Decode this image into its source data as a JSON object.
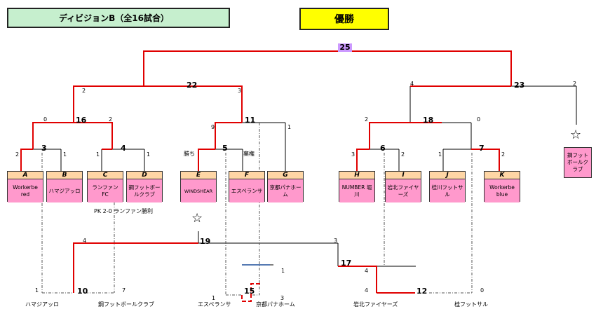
{
  "header": {
    "division_title": "ディビジョンB（全16試合）",
    "champion_label": "優勝"
  },
  "final": {
    "match": "25"
  },
  "upper_matches": [
    {
      "id": "m22",
      "label": "22"
    },
    {
      "id": "m23",
      "label": "23"
    },
    {
      "id": "m16",
      "label": "16"
    },
    {
      "id": "m11",
      "label": "11"
    },
    {
      "id": "m18",
      "label": "18"
    },
    {
      "id": "m3",
      "label": "3"
    },
    {
      "id": "m4",
      "label": "4"
    },
    {
      "id": "m5",
      "label": "5"
    },
    {
      "id": "m6",
      "label": "6"
    },
    {
      "id": "m7",
      "label": "7"
    }
  ],
  "lower_matches": [
    {
      "id": "m19",
      "label": "19"
    },
    {
      "id": "m17",
      "label": "17"
    },
    {
      "id": "m10",
      "label": "10"
    },
    {
      "id": "m15",
      "label": "15"
    },
    {
      "id": "m12",
      "label": "12"
    }
  ],
  "teams": [
    {
      "letter": "A",
      "name": "Workerbe red",
      "winner": true
    },
    {
      "letter": "B",
      "name": "ハマジアッロ",
      "winner": false
    },
    {
      "letter": "C",
      "name": "ランファンFC",
      "winner": true
    },
    {
      "letter": "D",
      "name": "鋼フットボールクラブ",
      "winner": false
    },
    {
      "letter": "E",
      "name": "WINDSHEAR",
      "winner": true
    },
    {
      "letter": "F",
      "name": "エスペランサ",
      "winner": false
    },
    {
      "letter": "G",
      "name": "京都パナホーム",
      "winner": false
    },
    {
      "letter": "H",
      "name": "NUMBER 堀川",
      "winner": true
    },
    {
      "letter": "I",
      "name": "岩北ファイヤーズ",
      "winner": false
    },
    {
      "letter": "J",
      "name": "桂川フットサル",
      "winner": false
    },
    {
      "letter": "K",
      "name": "Workerbe blue",
      "winner": true
    }
  ],
  "seed_team": {
    "name": "鋼フットボールクラブ",
    "winner": false
  },
  "scores": {
    "m25_left": "",
    "m22_left": "2",
    "m22_right": "3",
    "m23_left": "4",
    "m23_right": "2",
    "m16_left": "0",
    "m16_right": "2",
    "m11_left": "9",
    "m11_right": "1",
    "m18_left": "2",
    "m18_right": "0",
    "m3_left": "2",
    "m3_right": "1",
    "m4_left": "1",
    "m4_right": "1",
    "m6_left": "3",
    "m6_right": "2",
    "m7_left": "1",
    "m7_right": "2",
    "m19_left": "4",
    "m19_right": "3",
    "m17_top": "1",
    "m17_mid": "4",
    "m17_bottom": "4",
    "m10_left": "1",
    "m10_right": "7",
    "m15_left": "1",
    "m15_right": "3",
    "m12_right": "0"
  },
  "notes": {
    "pk": "PK 2-0  ランファン勝利",
    "win": "勝ち",
    "forfeit": "棄権"
  },
  "lower_team_labels": [
    "ハマジアッロ",
    "鋼フットボールクラブ",
    "エスペランサ",
    "京都パナホーム",
    "岩北ファイヤーズ",
    "桂フットサル"
  ],
  "symbols": {
    "star": "☆"
  },
  "colors": {
    "winner_line": "#e00000",
    "team_top": "#ffd6a5",
    "team_body": "#ff99cc",
    "title_bg": "#c6efce",
    "champion_bg": "#ffff00",
    "final_badge": "#cc99ff"
  }
}
